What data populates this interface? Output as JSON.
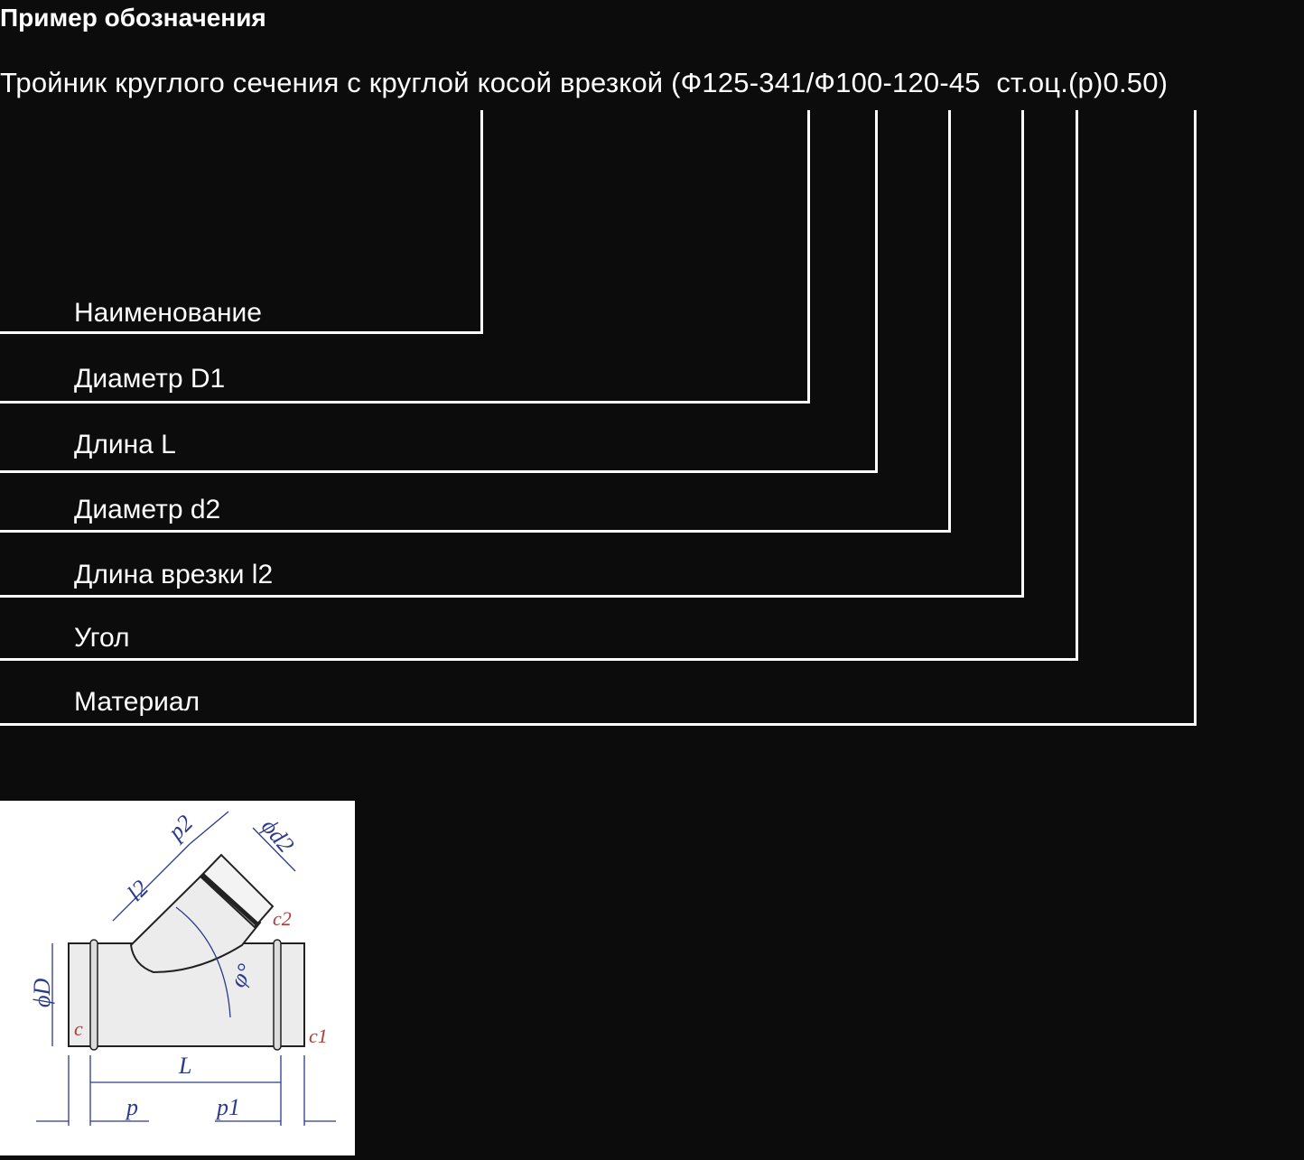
{
  "title": "Пример обозначения",
  "designation": "Тройник круглого сечения с круглой косой врезкой (Ф125-341/Ф100-120-45  ст.оц.(р)0.50)",
  "labels": [
    "Наименование",
    "Диаметр D1",
    "Длина L",
    "Диаметр d2",
    "Длина врезки l2",
    "Угол",
    "Материал"
  ],
  "drawing": {
    "dims": {
      "D": "ϕD",
      "d2": "ϕd2",
      "L": "L",
      "l2": "l2",
      "p": "p",
      "p1": "p1",
      "p2": "p2",
      "angle": "φ°"
    },
    "ends": {
      "c": "c",
      "c1": "c1",
      "c2": "c2"
    }
  }
}
